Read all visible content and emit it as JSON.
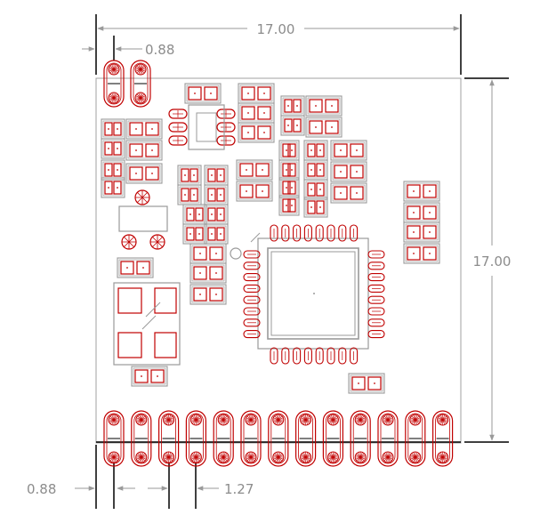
{
  "dimensions": {
    "width_label": "17.00",
    "height_label": "17.00",
    "pad_edge_top": "0.88",
    "pad_edge_bottom": "0.88",
    "pad_pitch": "1.27"
  },
  "colors": {
    "board_outline": "#a0a0a0",
    "component_body": "#9a9a9a",
    "pad_copper": "#c00000",
    "dimension_line": "#000000",
    "dimension_text": "#8c8c8c",
    "background": "#ffffff"
  }
}
